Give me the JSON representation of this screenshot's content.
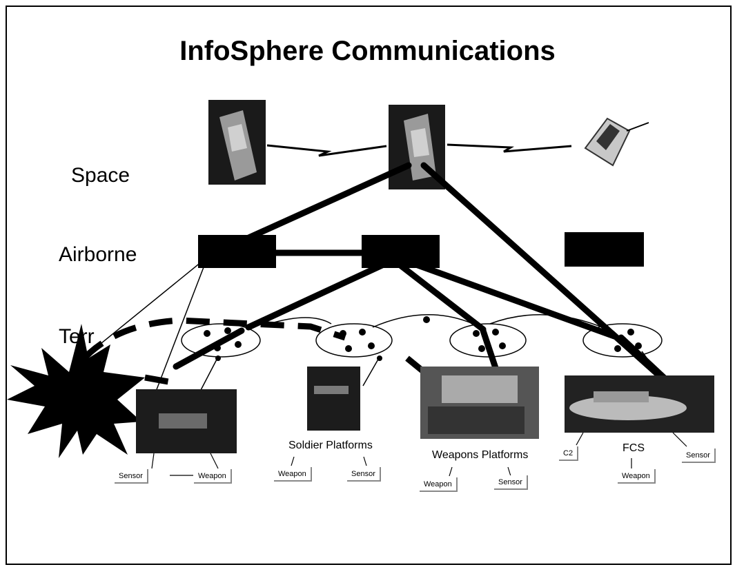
{
  "title": "InfoSphere Communications",
  "tiers": {
    "space": "Space",
    "airborne": "Airborne",
    "terrestrial": "Terr"
  },
  "groups": {
    "left": {
      "sensor": "Sensor",
      "weapon": "Weapon"
    },
    "soldier": {
      "label": "Soldier Platforms",
      "weapon": "Weapon",
      "sensor": "Sensor"
    },
    "weapons": {
      "label": "Weapons Platforms",
      "weapon": "Weapon",
      "sensor": "Sensor"
    },
    "fcs": {
      "label": "FCS",
      "c2": "C2",
      "weapon": "Weapon",
      "sensor": "Sensor"
    }
  }
}
